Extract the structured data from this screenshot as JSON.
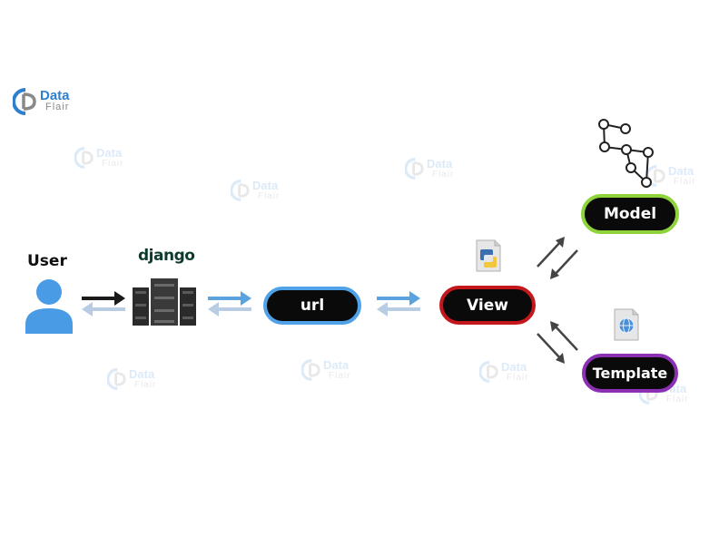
{
  "logo": {
    "word1": "Data",
    "word2": "Flair"
  },
  "watermark": {
    "word1": "Data",
    "word2": "Flair"
  },
  "nodes": {
    "user": "User",
    "django": "django",
    "url": "url",
    "view": "View",
    "model": "Model",
    "template": "Template"
  },
  "colors": {
    "url_border": "#4fa1e8",
    "view_border": "#c4171c",
    "model_border": "#8ed33a",
    "template_border": "#8b2fb3",
    "user_icon": "#4a9be6",
    "arrow_forward": "#5aa3df",
    "arrow_back": "#b8cde3"
  },
  "icons": [
    "datalflair-logo-icon",
    "user-icon",
    "server-icon",
    "python-file-icon",
    "web-file-icon",
    "graph-icon"
  ]
}
